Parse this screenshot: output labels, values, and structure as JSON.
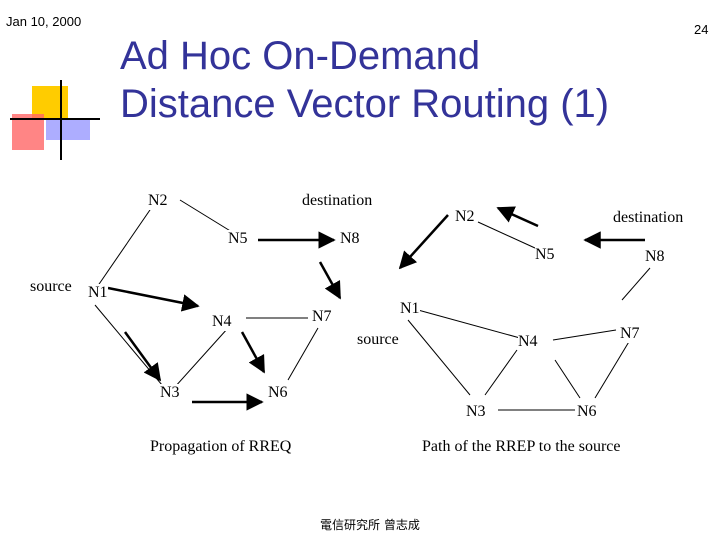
{
  "header": {
    "date": "Jan 10, 2000",
    "page_number": "24"
  },
  "slide": {
    "title_line1": "Ad Hoc On-Demand",
    "title_line2": "Distance Vector Routing (1)"
  },
  "left_diagram": {
    "nodes": {
      "N1": "N1",
      "N2": "N2",
      "N3": "N3",
      "N4": "N4",
      "N5": "N5",
      "N6": "N6",
      "N7": "N7",
      "N8": "N8"
    },
    "source_label": "source",
    "destination_label": "destination",
    "caption": "Propagation of RREQ"
  },
  "right_diagram": {
    "nodes": {
      "N1": "N1",
      "N2": "N2",
      "N3": "N3",
      "N4": "N4",
      "N5": "N5",
      "N6": "N6",
      "N7": "N7",
      "N8": "N8"
    },
    "source_label": "source",
    "destination_label": "destination",
    "caption": "Path of the RREP to the source"
  },
  "footer": {
    "author": "電信研究所 曾志成"
  },
  "colors": {
    "title": "#333399",
    "line": "#000000",
    "deco_yellow": "#ffcc00",
    "deco_red": "#ff6666",
    "deco_blue": "#9999ff"
  }
}
